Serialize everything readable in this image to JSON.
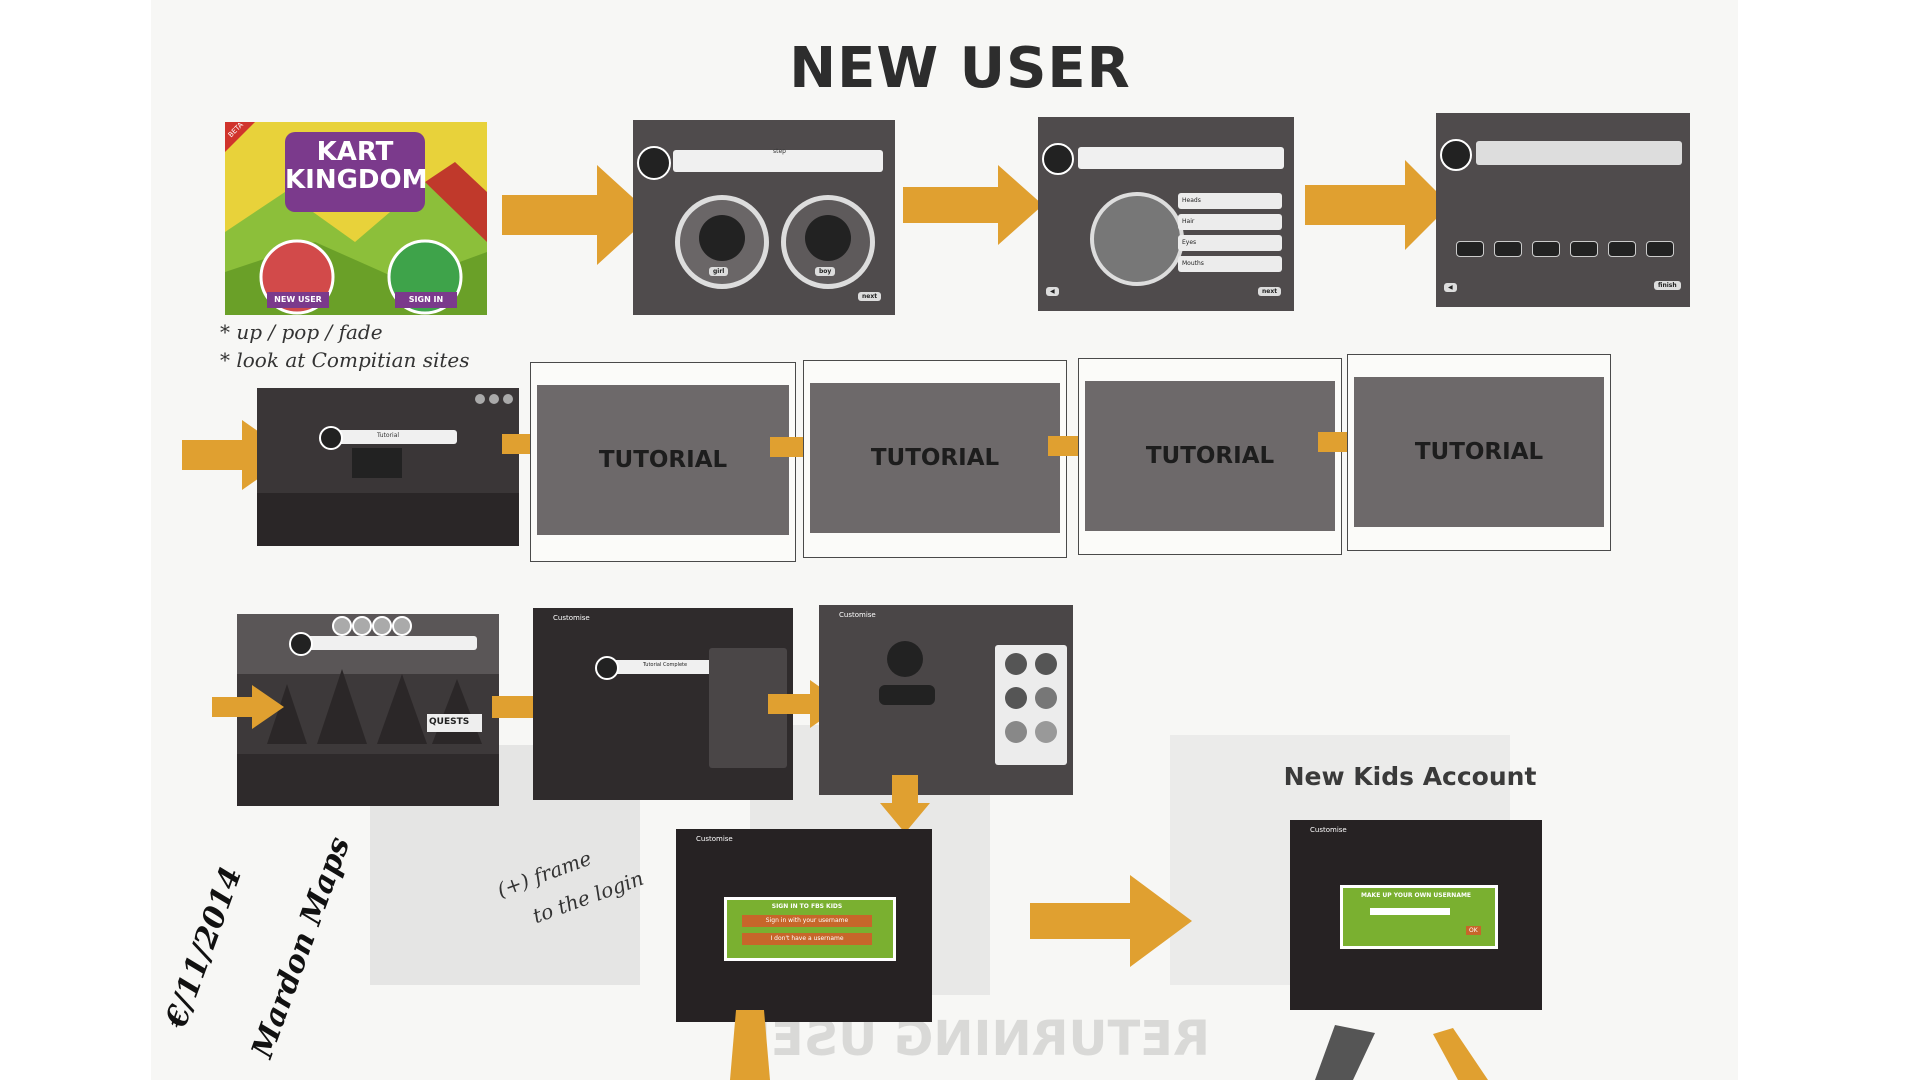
{
  "main_title": "NEW USER",
  "kids_title": "New Kids Account",
  "notes": {
    "note1": "* up / pop / fade",
    "note2": "* look at Compitian sites",
    "frame_note_1": "(+) frame",
    "frame_note_2": "to the login",
    "side_date": "€/11/2014",
    "side_name": "Mardon Maps"
  },
  "splash": {
    "logo_line1": "KART",
    "logo_line2": "KINGDOM",
    "beta": "BETA",
    "new_user": "NEW USER",
    "sign_in": "SIGN IN"
  },
  "step_screens": {
    "step_label": "step",
    "gender_girl": "girl",
    "gender_boy": "boy",
    "next": "next",
    "features": [
      "Heads",
      "Hair",
      "Eyes",
      "Mouths"
    ],
    "finish": "finish"
  },
  "tutorial_label": "TUTORIAL",
  "tutorial_popup": "Tutorial",
  "quests_sign": "QUESTS",
  "customise_label": "Customise",
  "tutorial_complete": "Tutorial Complete",
  "signin_popup": {
    "title": "SIGN IN TO FBS KIDS",
    "option1": "Sign in with your username",
    "option2": "I don't have a username"
  },
  "username_popup": {
    "title": "MAKE UP YOUR OWN USERNAME",
    "ok": "OK"
  },
  "colors": {
    "arrow": "#e0a030",
    "splash_green": "#8cbf3a",
    "splash_yellow": "#e8d23a",
    "popup_green": "#7ab030"
  }
}
